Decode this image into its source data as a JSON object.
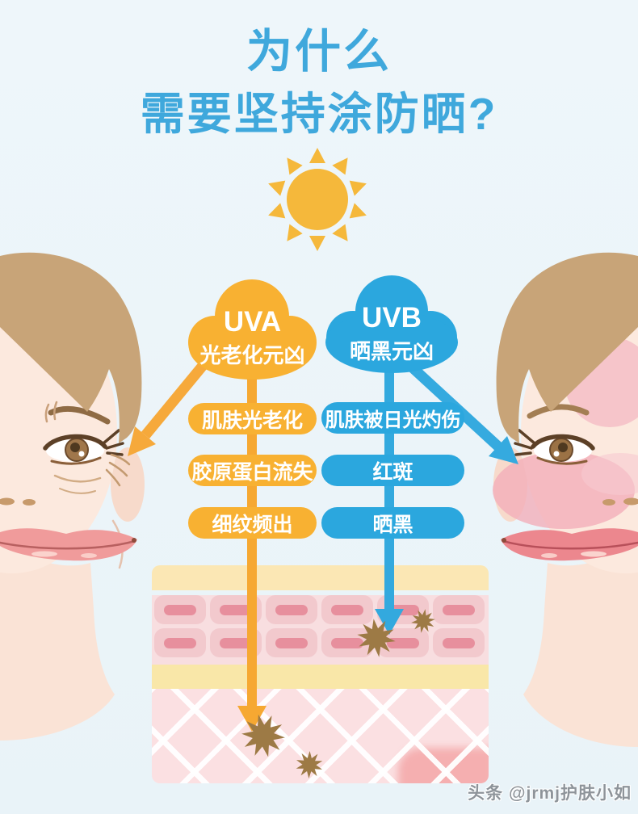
{
  "title": {
    "line1": "为什么",
    "line2": "需要坚持涂防晒?"
  },
  "uva": {
    "name": "UVA",
    "subtitle": "光老化元凶",
    "effects": [
      "肌肤光老化",
      "胶原蛋白流失",
      "细纹频出"
    ],
    "color": "#F8B132"
  },
  "uvb": {
    "name": "UVB",
    "subtitle": "晒黑元凶",
    "effects": [
      "肌肤被日光灼伤",
      "红斑",
      "晒黑"
    ],
    "color": "#2BA7DE"
  },
  "watermark": {
    "text": "头条 @jrmj护肤小如"
  },
  "colors": {
    "title_blue": "#3FA8DC",
    "background": "#EBF4F9",
    "sun_yellow": "#F5B83B",
    "starburst_brown": "#9D7A45",
    "skin_layer_yellow": "#FBE7B4",
    "skin_cell_pink": "#F2C9CD",
    "dermis_pink": "#FBE0E2"
  }
}
